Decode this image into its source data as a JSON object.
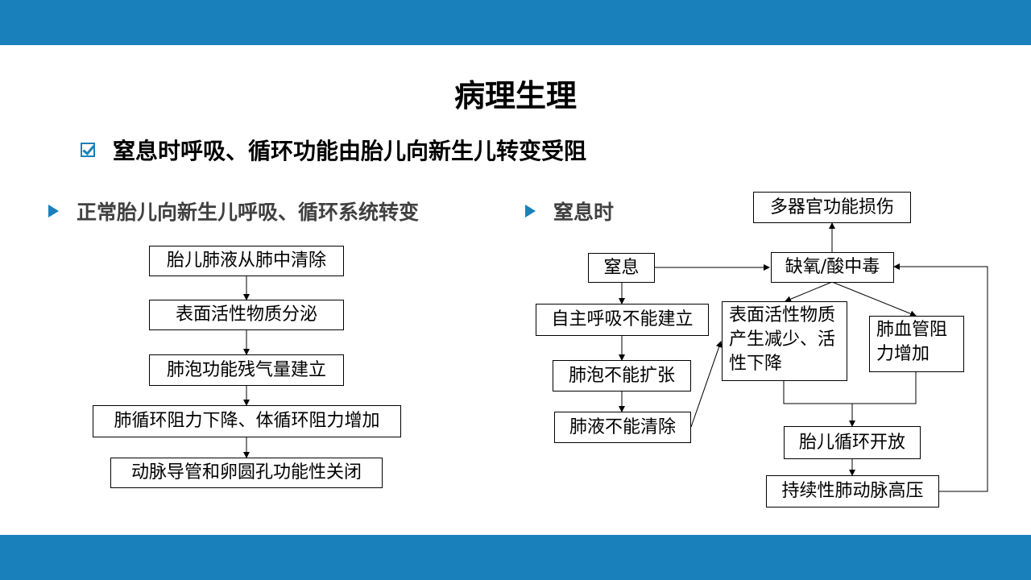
{
  "slide": {
    "title": "病理生理",
    "subtitle": "窒息时呼吸、循环功能由胎儿向新生儿转变受阻",
    "section_left": "正常胎儿向新生儿呼吸、循环系统转变",
    "section_right": "窒息时",
    "band_color": "#1a80bb"
  },
  "flow_left": [
    "胎儿肺液从肺中清除",
    "表面活性物质分泌",
    "肺泡功能残气量建立",
    "肺循环阻力下降、体循环阻力增加",
    "动脉导管和卵圆孔功能性关闭"
  ],
  "flow_right": {
    "multi_organ": "多器官功能损伤",
    "asphyxia": "窒息",
    "hypoxia": "缺氧/酸中毒",
    "no_breath": "自主呼吸不能建立",
    "alveoli": "肺泡不能扩张",
    "lung_fluid": "肺液不能清除",
    "surfactant": "表面活性物质产生减少、活性下降",
    "pulm_resist": "肺血管阻力增加",
    "fetal_circ": "胎儿循环开放",
    "pphn": "持续性肺动脉高压"
  }
}
